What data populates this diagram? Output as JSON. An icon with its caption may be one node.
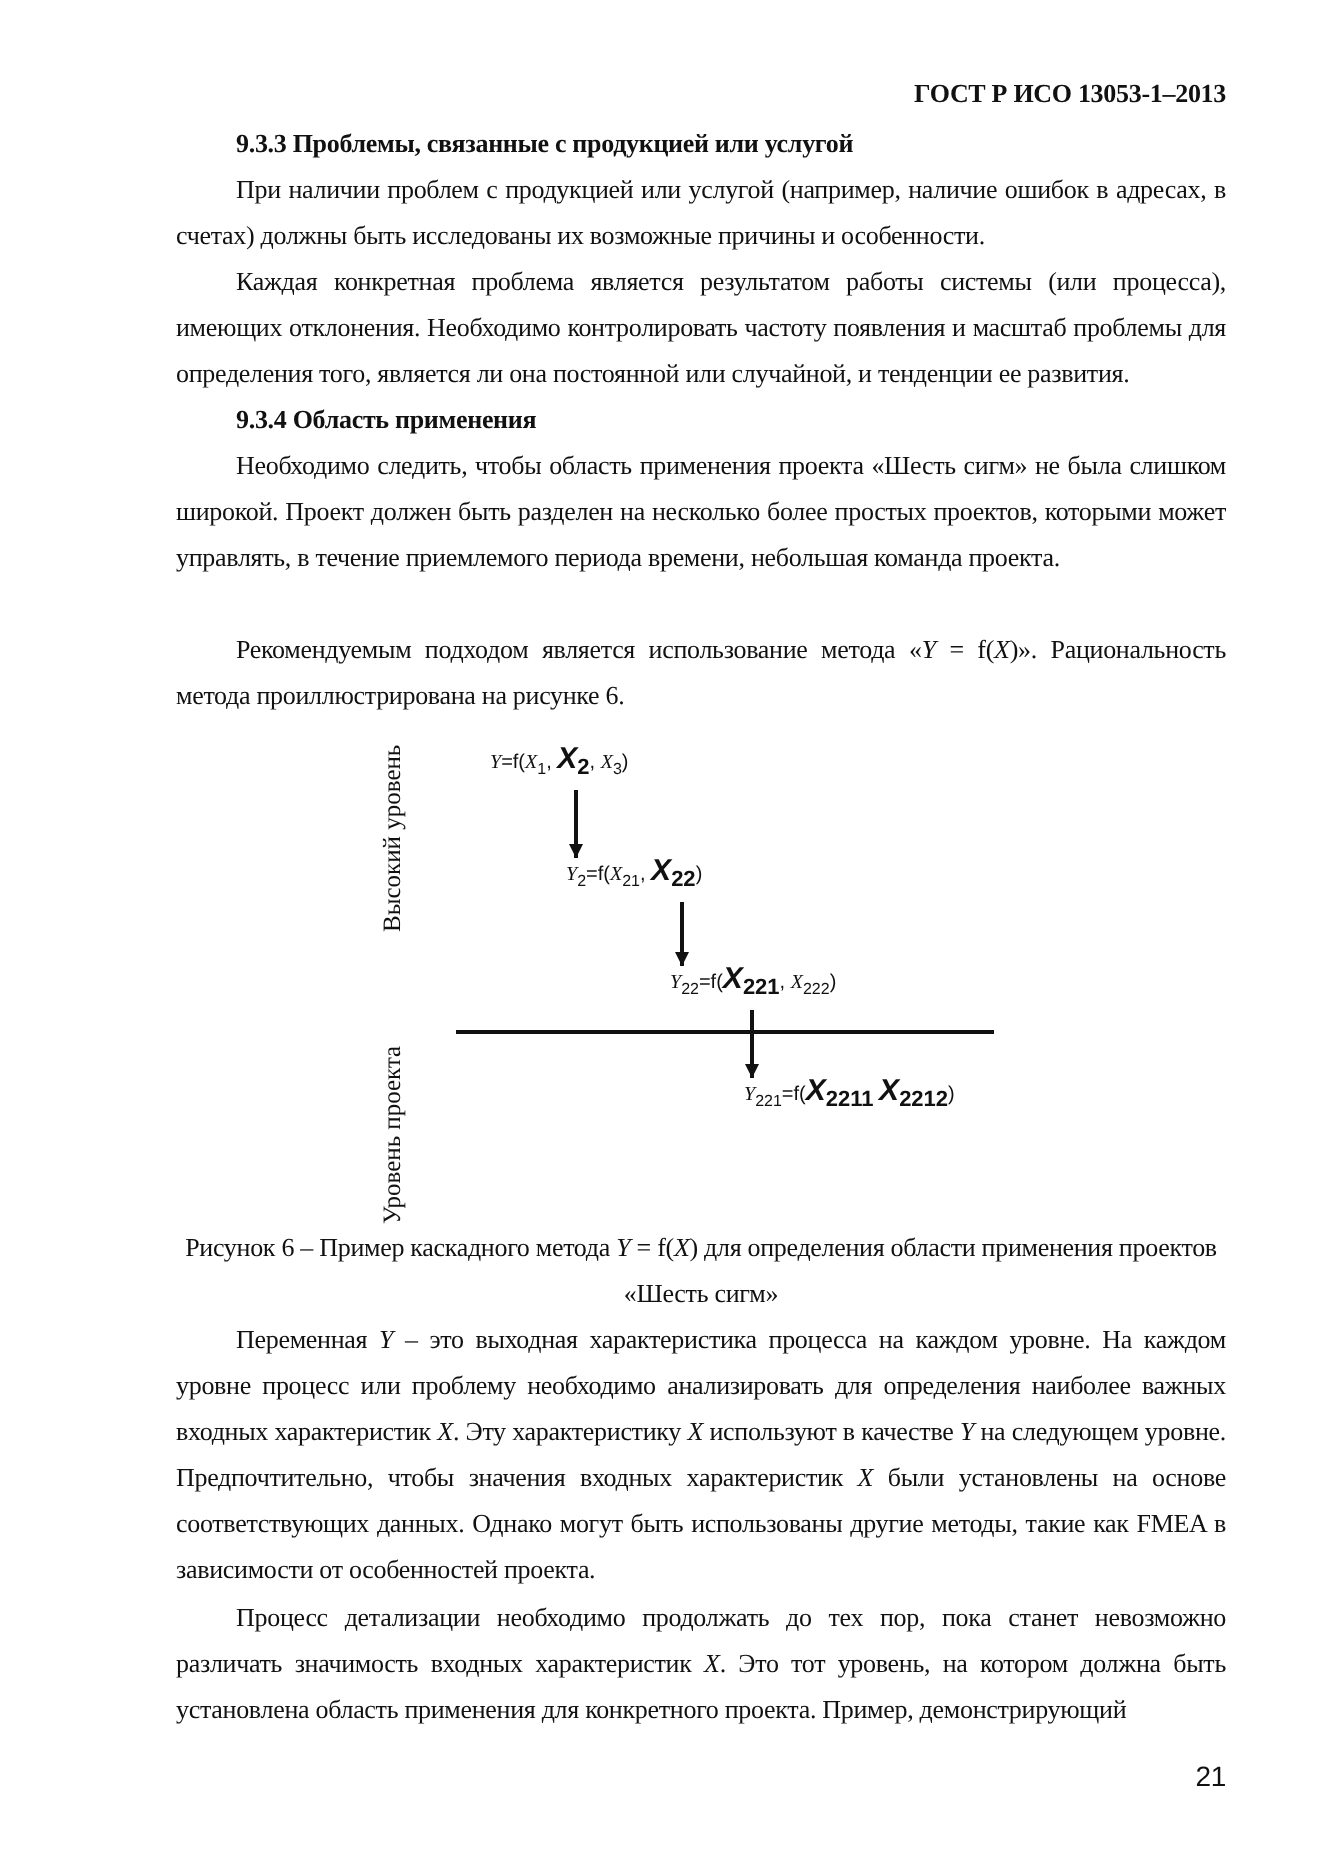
{
  "diagram": {
    "caption": "Рисунок 6 – Пример каскадного метода *Y* = f(*X*) для определения области применения проектов «Шесть сигм»",
    "nodes": [
      {
        "text": [
          "*Y*=f(*X*$_{1}$, **X**$_{2}$, *X*$_{3}$)"
        ]
      },
      {
        "text": [
          "*Y*$_{2}$=f(*X*$_{21}$, **X**$_{22}$)"
        ]
      },
      {
        "text": [
          "*Y*$_{22}$=f(**X**$_{221}$, *X*$_{222}$)"
        ]
      },
      {
        "text": [
          "*Y*$_{221}$=f(**X**$_{2211}$ **X**$_{2212}$)"
        ]
      }
    ],
    "edges": [
      {
        "from": 0,
        "to": 1,
        "arrow": "to"
      },
      {
        "from": 1,
        "to": 2,
        "arrow": "to"
      },
      {
        "from": 2,
        "to": 3,
        "arrow": "to"
      }
    ],
    "labels": [
      "ГОСТ Р ИСО 13053-1–2013",
      "9.3.3 Проблемы, связанные с продукцией или услугой",
      "При наличии проблем с продукцией или услугой (например, наличие ошибок в адресах, в счетах) должны быть исследованы их возможные причины и особенности.",
      "Каждая конкретная проблема является результатом работы системы (или процесса), имеющих отклонения. Необходимо контролировать частоту появления и масштаб проблемы для определения того, является ли она постоянной или случайной, и тенденции ее развития.",
      "9.3.4 Область применения",
      "Необходимо следить, чтобы область применения проекта «Шесть сигм» не была слишком широкой. Проект должен быть разделен на несколько более простых проектов, которыми может управлять, в течение приемлемого периода времени, небольшая команда проекта.",
      "Рекомендуемым подходом является использование метода «*Y* = f(*X*)». Рациональность метода проиллюстрирована на рисунке 6.",
      "Высокий уровень",
      "Уровень проекта",
      "Переменная *Y* – это выходная характеристика процесса на каждом уровне. На каждом уровне процесс или проблему необходимо анализировать для определения наиболее важных входных характеристик *X*. Эту характеристику *X* используют в качестве *Y* на следующем уровне. Предпочтительно, чтобы значения входных характеристик *X* были установлены на основе соответствующих данных. Однако могут быть использованы другие методы, такие как FMEA в зависимости от особенностей проекта.",
      "Процесс детализации необходимо продолжать до тех пор, пока станет невозможно различать значимость входных характеристик *X*. Это тот уровень, на котором должна быть установлена область применения для конкретного проекта. Пример, демонстрирующий",
      "21"
    ]
  }
}
